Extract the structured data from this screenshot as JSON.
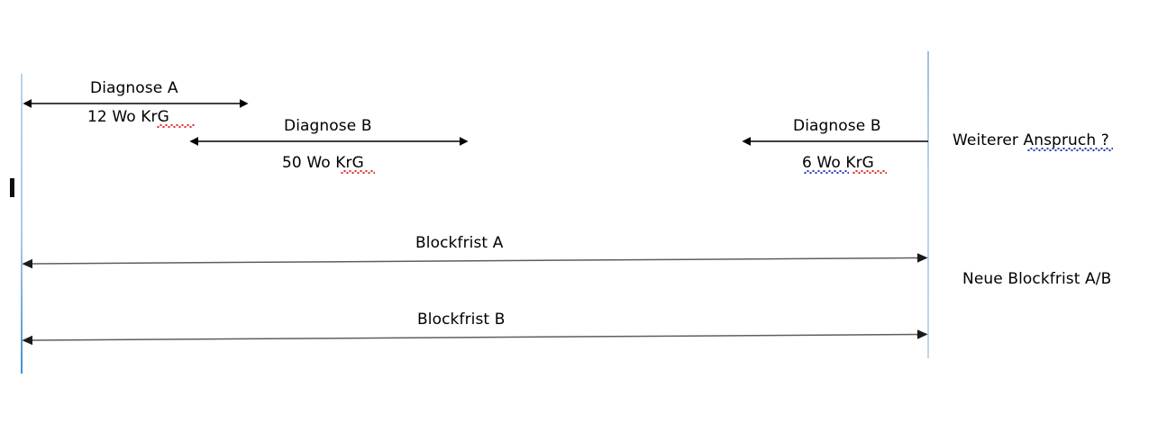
{
  "diagram": {
    "title": "Krankengeld Blockfrist Diagramm",
    "colors": {
      "timeline_blue": "#a9c9e6",
      "timeline_blue_bottom": "#3f8fd0",
      "arrow_black": "#000000",
      "arrow_gray": "#595959",
      "spellcheck_red": "#e03030",
      "grammar_blue": "#2a3fb0"
    },
    "timelines": [
      {
        "name": "start-timeline",
        "label": ""
      },
      {
        "name": "end-timeline",
        "label": ""
      }
    ],
    "labels": {
      "diagnose_a": "Diagnose A",
      "wochen_a": "12 Wo KrG",
      "diagnose_b_1": "Diagnose B",
      "wochen_b_1": "50 Wo KrG",
      "diagnose_b_2": "Diagnose B",
      "wochen_b_2": "6  Wo KrG",
      "weiterer_anspruch": "Weiterer Anspruch ?",
      "blockfrist_a": "Blockfrist A",
      "blockfrist_b": "Blockfrist B",
      "neue_blockfrist": "Neue Blockfrist A/B"
    },
    "arrows": [
      {
        "name": "diagnose-a-arrow",
        "heads": "both",
        "weeks": "12"
      },
      {
        "name": "diagnose-b-first-arrow",
        "heads": "both",
        "weeks": "50"
      },
      {
        "name": "diagnose-b-second-arrow",
        "heads": "left",
        "weeks": "6"
      },
      {
        "name": "blockfrist-a-arrow",
        "heads": "both",
        "weeks": ""
      },
      {
        "name": "blockfrist-b-arrow",
        "heads": "both",
        "weeks": ""
      }
    ]
  }
}
